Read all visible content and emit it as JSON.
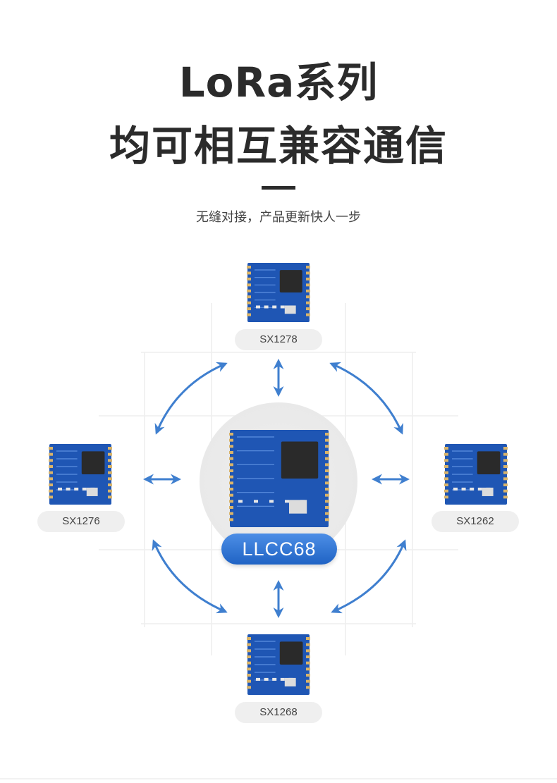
{
  "header": {
    "title_line1": "LoRa系列",
    "title_line2": "均可相互兼容通信",
    "subtitle": "无缝对接，产品更新快人一步"
  },
  "modules": {
    "center": {
      "label": "LLCC68"
    },
    "top": {
      "label": "SX1278"
    },
    "left": {
      "label": "SX1276"
    },
    "right": {
      "label": "SX1262"
    },
    "bottom": {
      "label": "SX1268"
    }
  },
  "colors": {
    "arrow": "#3f7fcf",
    "pcb": "#1f56b4",
    "pill_bg": "#efefef",
    "center_pill": "#2f72d4"
  }
}
